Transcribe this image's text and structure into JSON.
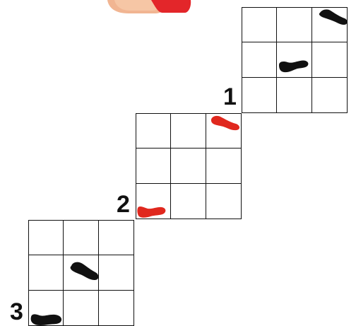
{
  "step_labels": [
    "1",
    "2",
    "3"
  ],
  "colors": {
    "grid_line": "#111111",
    "footprint_dark": "#111111",
    "footprint_highlight": "#e0281e",
    "shoe_red": "#e3262a",
    "skin": "#f1b592"
  },
  "icons": {
    "footprint": "footprint-icon",
    "shoe": "foot-with-red-shoe-icon"
  },
  "grids": [
    {
      "step": "1",
      "footprints": [
        "dark",
        "dark"
      ]
    },
    {
      "step": "2",
      "footprints": [
        "red",
        "red"
      ]
    },
    {
      "step": "3",
      "footprints": [
        "dark",
        "dark"
      ]
    }
  ]
}
